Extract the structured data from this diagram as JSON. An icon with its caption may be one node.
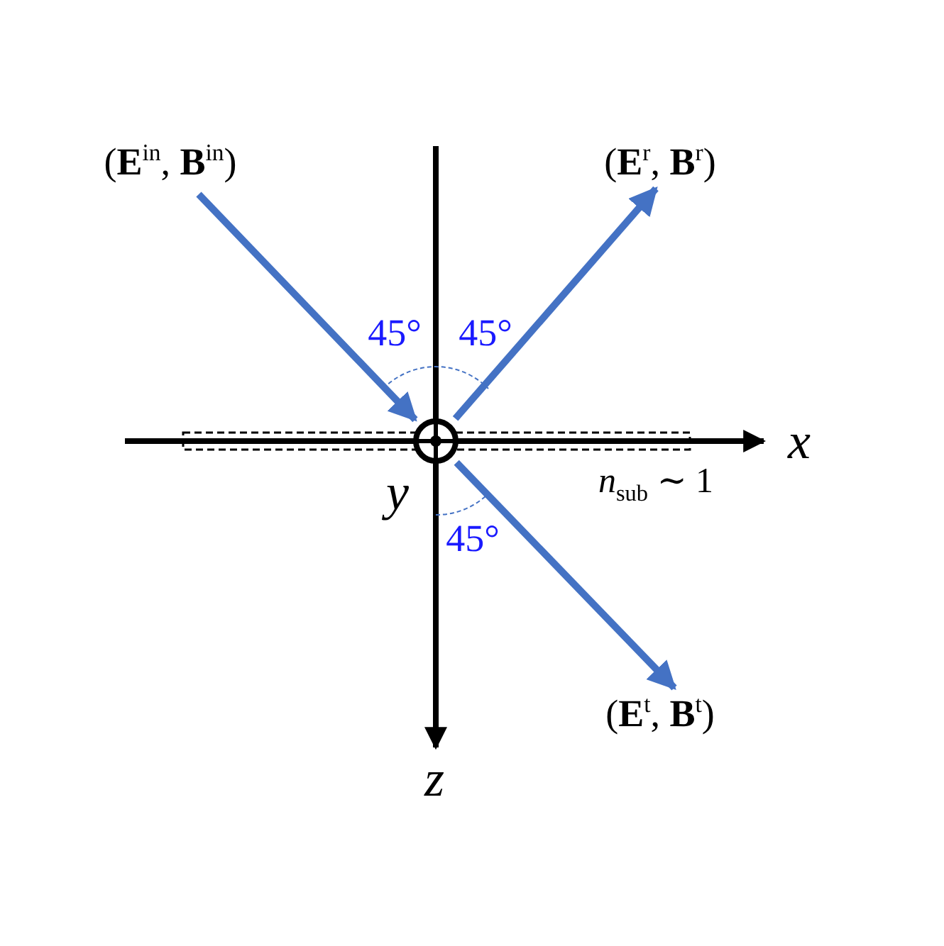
{
  "diagram": {
    "nodes": [
      {
        "text": [
          "(**E**$^{in}$, **B**$^{in}$)"
        ]
      },
      {
        "text": [
          "(**E**$^{r}$, **B**$^{r}$)"
        ]
      },
      {
        "text": [
          "(**E**$^{t}$, **B**$^{t}$)"
        ]
      },
      {
        "text": [],
        "shape": "circle"
      }
    ],
    "edges": [
      {
        "from": 0,
        "to": 3,
        "arrow": "to"
      },
      {
        "from": 3,
        "to": 1,
        "arrow": "to"
      },
      {
        "from": 3,
        "to": 2,
        "arrow": "to"
      }
    ],
    "labels": [
      "45°",
      "45°",
      "x",
      "y",
      "*n*$_{sub}$ ∼ 1",
      "45°",
      "z"
    ]
  }
}
